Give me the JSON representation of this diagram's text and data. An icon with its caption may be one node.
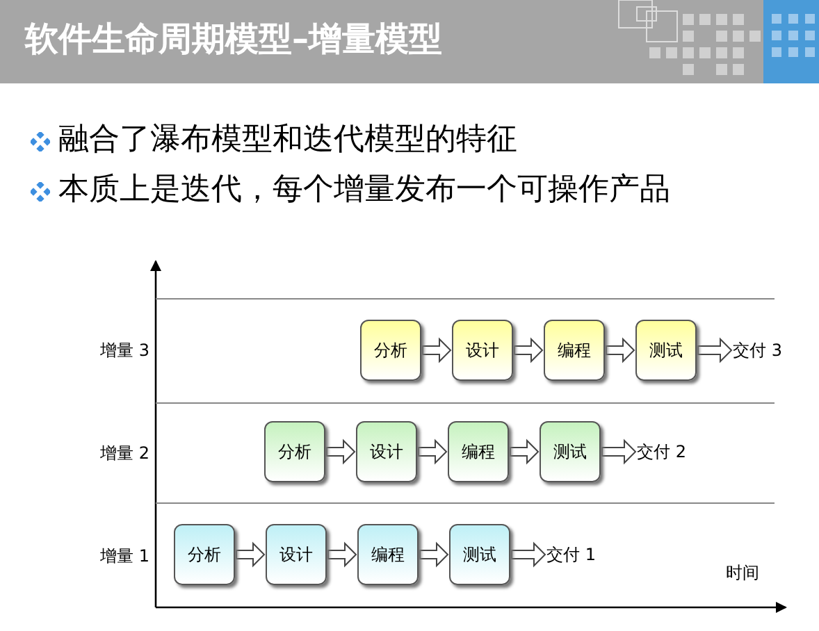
{
  "diagram": {
    "title": "软件生命周期模型–增量模型",
    "nodes": [
      {
        "text": [
          "分析"
        ]
      },
      {
        "text": [
          "设计"
        ]
      },
      {
        "text": [
          "编程"
        ]
      },
      {
        "text": [
          "测试"
        ]
      },
      {
        "text": [
          "交付 3"
        ]
      },
      {
        "text": [
          "分析"
        ]
      },
      {
        "text": [
          "设计"
        ]
      },
      {
        "text": [
          "编程"
        ]
      },
      {
        "text": [
          "测试"
        ]
      },
      {
        "text": [
          "交付 2"
        ]
      },
      {
        "text": [
          "分析"
        ]
      },
      {
        "text": [
          "设计"
        ]
      },
      {
        "text": [
          "编程"
        ]
      },
      {
        "text": [
          "测试"
        ]
      },
      {
        "text": [
          "交付 1"
        ]
      }
    ],
    "edges": [
      {
        "from": 0,
        "to": 1,
        "arrow": "to"
      },
      {
        "from": 1,
        "to": 2,
        "arrow": "to"
      },
      {
        "from": 2,
        "to": 3,
        "arrow": "to"
      },
      {
        "from": 3,
        "to": 4,
        "arrow": "to"
      },
      {
        "from": 5,
        "to": 6,
        "arrow": "to"
      },
      {
        "from": 6,
        "to": 7,
        "arrow": "to"
      },
      {
        "from": 7,
        "to": 8,
        "arrow": "to"
      },
      {
        "from": 8,
        "to": 9,
        "arrow": "to"
      },
      {
        "from": 10,
        "to": 11,
        "arrow": "to"
      },
      {
        "from": 11,
        "to": 12,
        "arrow": "to"
      },
      {
        "from": 12,
        "to": 13,
        "arrow": "to"
      },
      {
        "from": 13,
        "to": 14,
        "arrow": "to"
      }
    ],
    "labels": [
      "融合了瀑布模型和迭代模型的特征",
      "本质上是迭代，每个增量发布一个可操作产品",
      "增量 3",
      "增量 2",
      "增量 1",
      "时间"
    ]
  }
}
